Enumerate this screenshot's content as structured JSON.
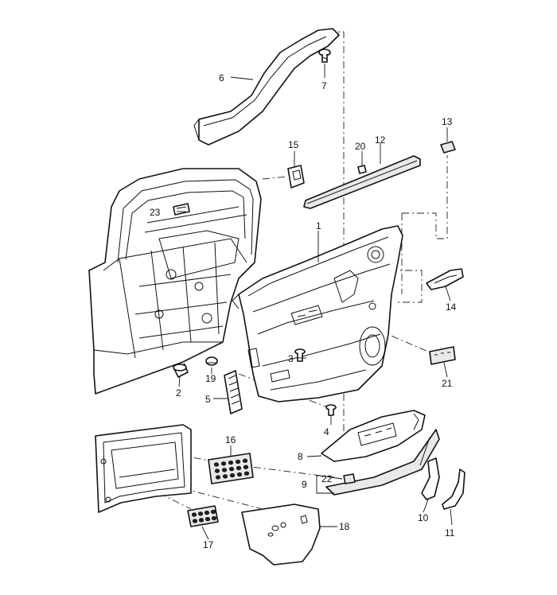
{
  "callouts": {
    "c1": "1",
    "c2": "2",
    "c3": "3",
    "c4": "4",
    "c5": "5",
    "c6": "6",
    "c7": "7",
    "c8": "8",
    "c9": "9",
    "c10": "10",
    "c11": "11",
    "c12": "12",
    "c13": "13",
    "c14": "14",
    "c15": "15",
    "c16": "16",
    "c17": "17",
    "c18": "18",
    "c19": "19",
    "c20": "20",
    "c21": "21",
    "c22": "22",
    "c23": "23"
  },
  "colors": {
    "line": "#111111",
    "background": "#ffffff",
    "shade": "#e9e9e9"
  }
}
